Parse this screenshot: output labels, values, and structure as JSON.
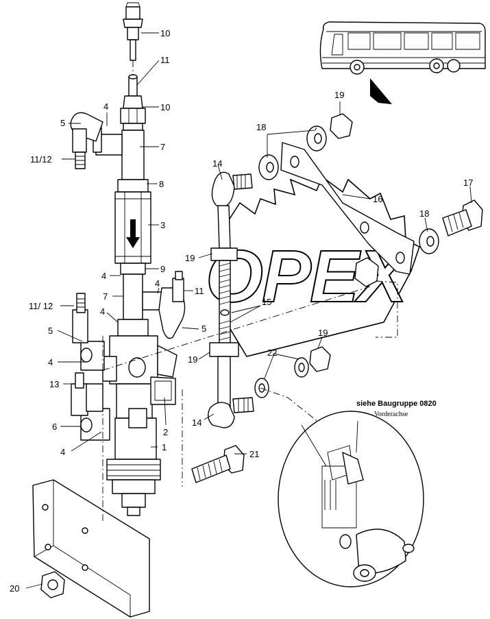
{
  "watermark": {
    "text": "OPEX"
  },
  "reference": {
    "title": "siehe Baugruppe 0820",
    "subtitle": "Vorderachse"
  },
  "callouts": [
    "10",
    "11",
    "10",
    "5",
    "4",
    "7",
    "11/12",
    "8",
    "3",
    "4",
    "9",
    "4",
    "11",
    "7",
    "11/ 12",
    "4",
    "5",
    "5",
    "4",
    "13",
    "6",
    "4",
    "2",
    "1",
    "14",
    "19",
    "15",
    "19",
    "22",
    "14",
    "21",
    "16",
    "17",
    "18",
    "18",
    "19",
    "19",
    "20"
  ]
}
